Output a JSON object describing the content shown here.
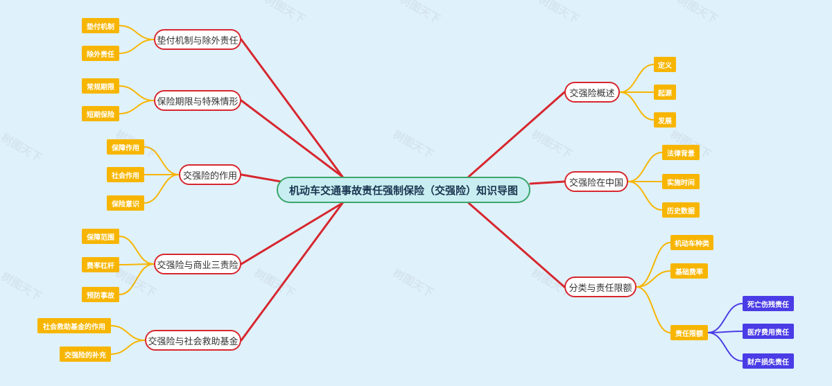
{
  "root": {
    "label": "机动车交通事故责任强制保险（交强险）知识导图"
  },
  "left": [
    {
      "label": "垫付机制与除外责任",
      "children": [
        "垫付机制",
        "除外责任"
      ]
    },
    {
      "label": "保险期限与特殊情形",
      "children": [
        "常规期限",
        "短期保险"
      ]
    },
    {
      "label": "交强险的作用",
      "children": [
        "保障作用",
        "社会作用",
        "保险意识"
      ]
    },
    {
      "label": "交强险与商业三责险",
      "children": [
        "保障范围",
        "费率杠杆",
        "预防事故"
      ]
    },
    {
      "label": "交强险与社会救助基金",
      "children": [
        "社会救助基金的作用",
        "交强险的补充"
      ]
    }
  ],
  "right": [
    {
      "label": "交强险概述",
      "children": [
        "定义",
        "起源",
        "发展"
      ]
    },
    {
      "label": "交强险在中国",
      "children": [
        "法律背景",
        "实施时间",
        "历史数据"
      ]
    },
    {
      "label": "分类与责任限额",
      "children": [
        "机动车种类",
        "基础费率",
        "责任限额"
      ]
    }
  ],
  "level3": [
    "死亡伤残责任",
    "医疗费用责任",
    "财产损失责任"
  ],
  "watermark": "树图天下",
  "colors": {
    "background": "#dff1fb",
    "main_branch": "#d7262e",
    "sub_branch": "#f7b500",
    "level3_branch": "#4a3ce6",
    "root_border": "#3aa66a"
  }
}
